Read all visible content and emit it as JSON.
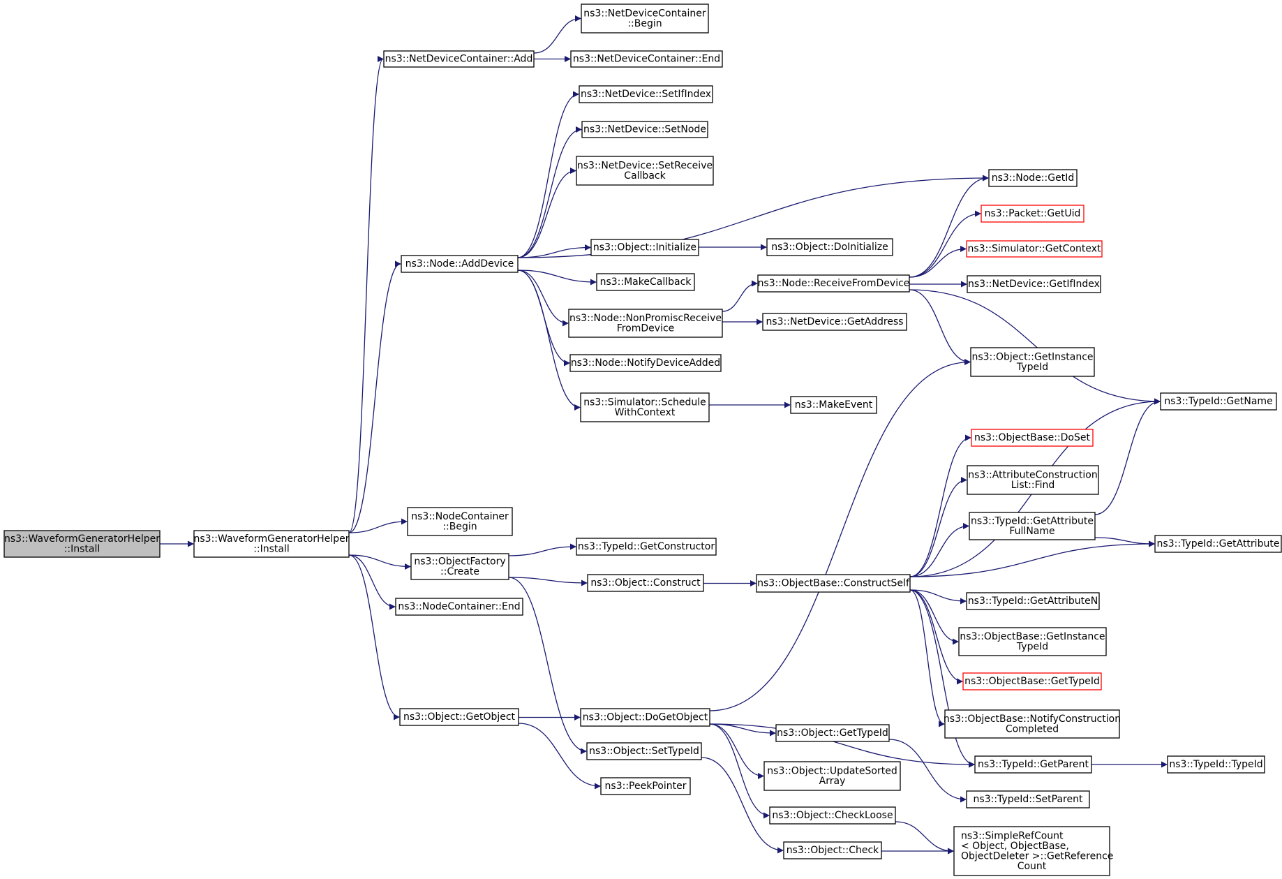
{
  "colors": {
    "edge": "#191970",
    "node_border": "#000000",
    "external_node_border": "#ff0000",
    "root_fill": "#bfbfbf"
  },
  "nodes": [
    {
      "id": "root",
      "lines": [
        "ns3::WaveformGeneratorHelper",
        "::Install"
      ],
      "style": "root"
    },
    {
      "id": "install",
      "lines": [
        "ns3::WaveformGeneratorHelper",
        "::Install"
      ]
    },
    {
      "id": "ndc_add",
      "lines": [
        "ns3::NetDeviceContainer::Add"
      ]
    },
    {
      "id": "ndc_begin",
      "lines": [
        "ns3::NetDeviceContainer",
        "::Begin"
      ]
    },
    {
      "id": "ndc_end",
      "lines": [
        "ns3::NetDeviceContainer::End"
      ]
    },
    {
      "id": "nd_setifindex",
      "lines": [
        "ns3::NetDevice::SetIfIndex"
      ]
    },
    {
      "id": "nd_setnode",
      "lines": [
        "ns3::NetDevice::SetNode"
      ]
    },
    {
      "id": "nd_setreceive",
      "lines": [
        "ns3::NetDevice::SetReceive",
        "Callback"
      ]
    },
    {
      "id": "node_getid",
      "lines": [
        "ns3::Node::GetId"
      ]
    },
    {
      "id": "packet_getuid",
      "lines": [
        "ns3::Packet::GetUid"
      ],
      "style": "red"
    },
    {
      "id": "sim_getcontext",
      "lines": [
        "ns3::Simulator::GetContext"
      ],
      "style": "red"
    },
    {
      "id": "nd_getifindex",
      "lines": [
        "ns3::NetDevice::GetIfIndex"
      ]
    },
    {
      "id": "node_adddevice",
      "lines": [
        "ns3::Node::AddDevice"
      ]
    },
    {
      "id": "obj_initialize",
      "lines": [
        "ns3::Object::Initialize"
      ]
    },
    {
      "id": "obj_doinitialize",
      "lines": [
        "ns3::Object::DoInitialize"
      ]
    },
    {
      "id": "makecallback",
      "lines": [
        "ns3::MakeCallback"
      ]
    },
    {
      "id": "node_receivefromdevice",
      "lines": [
        "ns3::Node::ReceiveFromDevice"
      ]
    },
    {
      "id": "node_nonpromisc",
      "lines": [
        "ns3::Node::NonPromiscReceive",
        "FromDevice"
      ]
    },
    {
      "id": "nd_getaddress",
      "lines": [
        "ns3::NetDevice::GetAddress"
      ]
    },
    {
      "id": "node_notifydeviceadded",
      "lines": [
        "ns3::Node::NotifyDeviceAdded"
      ]
    },
    {
      "id": "obj_getinstancetypeid",
      "lines": [
        "ns3::Object::GetInstance",
        "TypeId"
      ]
    },
    {
      "id": "sim_schedulewithcontext",
      "lines": [
        "ns3::Simulator::Schedule",
        "WithContext"
      ]
    },
    {
      "id": "makeevent",
      "lines": [
        "ns3::MakeEvent"
      ]
    },
    {
      "id": "typeid_getname",
      "lines": [
        "ns3::TypeId::GetName"
      ]
    },
    {
      "id": "objbase_doset",
      "lines": [
        "ns3::ObjectBase::DoSet"
      ],
      "style": "red"
    },
    {
      "id": "attrconstr_find",
      "lines": [
        "ns3::AttributeConstruction",
        "List::Find"
      ]
    },
    {
      "id": "nodecontainer_begin",
      "lines": [
        "ns3::NodeContainer",
        "::Begin"
      ]
    },
    {
      "id": "typeid_getattributefullname",
      "lines": [
        "ns3::TypeId::GetAttribute",
        "FullName"
      ]
    },
    {
      "id": "typeid_getattribute",
      "lines": [
        "ns3::TypeId::GetAttribute"
      ]
    },
    {
      "id": "objfactory_create",
      "lines": [
        "ns3::ObjectFactory",
        "::Create"
      ]
    },
    {
      "id": "typeid_getconstructor",
      "lines": [
        "ns3::TypeId::GetConstructor"
      ]
    },
    {
      "id": "obj_construct",
      "lines": [
        "ns3::Object::Construct"
      ]
    },
    {
      "id": "objbase_constructself",
      "lines": [
        "ns3::ObjectBase::ConstructSelf"
      ]
    },
    {
      "id": "nodecontainer_end",
      "lines": [
        "ns3::NodeContainer::End"
      ]
    },
    {
      "id": "typeid_getattributen",
      "lines": [
        "ns3::TypeId::GetAttributeN"
      ]
    },
    {
      "id": "objbase_getinstancetypeid",
      "lines": [
        "ns3::ObjectBase::GetInstance",
        "TypeId"
      ]
    },
    {
      "id": "objbase_gettypeid",
      "lines": [
        "ns3::ObjectBase::GetTypeId"
      ],
      "style": "red"
    },
    {
      "id": "obj_getobject",
      "lines": [
        "ns3::Object::GetObject"
      ]
    },
    {
      "id": "obj_dogetobject",
      "lines": [
        "ns3::Object::DoGetObject"
      ]
    },
    {
      "id": "objbase_notifyconstructioncompleted",
      "lines": [
        "ns3::ObjectBase::NotifyConstruction",
        "Completed"
      ]
    },
    {
      "id": "obj_gettypeid",
      "lines": [
        "ns3::Object::GetTypeId"
      ]
    },
    {
      "id": "obj_settypeid",
      "lines": [
        "ns3::Object::SetTypeId"
      ]
    },
    {
      "id": "typeid_getparent",
      "lines": [
        "ns3::TypeId::GetParent"
      ]
    },
    {
      "id": "typeid_typeid",
      "lines": [
        "ns3::TypeId::TypeId"
      ]
    },
    {
      "id": "obj_updatesortedarray",
      "lines": [
        "ns3::Object::UpdateSorted",
        "Array"
      ]
    },
    {
      "id": "peekpointer",
      "lines": [
        "ns3::PeekPointer"
      ]
    },
    {
      "id": "typeid_setparent",
      "lines": [
        "ns3::TypeId::SetParent"
      ]
    },
    {
      "id": "obj_checkloose",
      "lines": [
        "ns3::Object::CheckLoose"
      ]
    },
    {
      "id": "simplerefcount",
      "lines": [
        "ns3::SimpleRefCount",
        "< Object, ObjectBase,",
        "ObjectDeleter >::GetReference",
        "Count"
      ],
      "align": "left"
    },
    {
      "id": "obj_check",
      "lines": [
        "ns3::Object::Check"
      ]
    }
  ],
  "edges": [
    [
      "root",
      "install"
    ],
    [
      "install",
      "ndc_add"
    ],
    [
      "install",
      "node_adddevice"
    ],
    [
      "install",
      "nodecontainer_begin"
    ],
    [
      "install",
      "objfactory_create"
    ],
    [
      "install",
      "nodecontainer_end"
    ],
    [
      "install",
      "obj_getobject"
    ],
    [
      "ndc_add",
      "ndc_begin"
    ],
    [
      "ndc_add",
      "ndc_end"
    ],
    [
      "node_adddevice",
      "nd_setifindex"
    ],
    [
      "node_adddevice",
      "nd_setnode"
    ],
    [
      "node_adddevice",
      "nd_setreceive"
    ],
    [
      "node_adddevice",
      "node_getid"
    ],
    [
      "node_adddevice",
      "obj_initialize"
    ],
    [
      "node_adddevice",
      "makecallback"
    ],
    [
      "node_adddevice",
      "node_nonpromisc"
    ],
    [
      "node_adddevice",
      "node_notifydeviceadded"
    ],
    [
      "node_adddevice",
      "sim_schedulewithcontext"
    ],
    [
      "obj_initialize",
      "obj_doinitialize"
    ],
    [
      "node_nonpromisc",
      "node_receivefromdevice"
    ],
    [
      "node_nonpromisc",
      "nd_getaddress"
    ],
    [
      "node_receivefromdevice",
      "node_getid"
    ],
    [
      "node_receivefromdevice",
      "packet_getuid"
    ],
    [
      "node_receivefromdevice",
      "sim_getcontext"
    ],
    [
      "node_receivefromdevice",
      "nd_getifindex"
    ],
    [
      "node_receivefromdevice",
      "typeid_getname"
    ],
    [
      "node_receivefromdevice",
      "obj_getinstancetypeid"
    ],
    [
      "sim_schedulewithcontext",
      "makeevent"
    ],
    [
      "objfactory_create",
      "typeid_getconstructor"
    ],
    [
      "objfactory_create",
      "obj_construct"
    ],
    [
      "objfactory_create",
      "obj_settypeid"
    ],
    [
      "obj_construct",
      "objbase_constructself"
    ],
    [
      "objbase_constructself",
      "typeid_getname"
    ],
    [
      "objbase_constructself",
      "objbase_doset"
    ],
    [
      "objbase_constructself",
      "attrconstr_find"
    ],
    [
      "objbase_constructself",
      "typeid_getattributefullname"
    ],
    [
      "objbase_constructself",
      "typeid_getattribute"
    ],
    [
      "objbase_constructself",
      "typeid_getattributen"
    ],
    [
      "objbase_constructself",
      "objbase_getinstancetypeid"
    ],
    [
      "objbase_constructself",
      "objbase_gettypeid"
    ],
    [
      "objbase_constructself",
      "objbase_notifyconstructioncompleted"
    ],
    [
      "objbase_constructself",
      "typeid_getparent"
    ],
    [
      "typeid_getattributefullname",
      "typeid_getname"
    ],
    [
      "typeid_getattributefullname",
      "typeid_getattribute"
    ],
    [
      "obj_getobject",
      "obj_dogetobject"
    ],
    [
      "obj_getobject",
      "peekpointer"
    ],
    [
      "obj_dogetobject",
      "obj_getinstancetypeid"
    ],
    [
      "obj_dogetobject",
      "obj_gettypeid"
    ],
    [
      "obj_dogetobject",
      "obj_updatesortedarray"
    ],
    [
      "obj_dogetobject",
      "obj_checkloose"
    ],
    [
      "obj_dogetobject",
      "typeid_getparent"
    ],
    [
      "obj_gettypeid",
      "typeid_setparent"
    ],
    [
      "obj_checkloose",
      "simplerefcount"
    ],
    [
      "obj_settypeid",
      "obj_check"
    ],
    [
      "obj_check",
      "simplerefcount"
    ],
    [
      "typeid_getparent",
      "typeid_typeid"
    ]
  ]
}
